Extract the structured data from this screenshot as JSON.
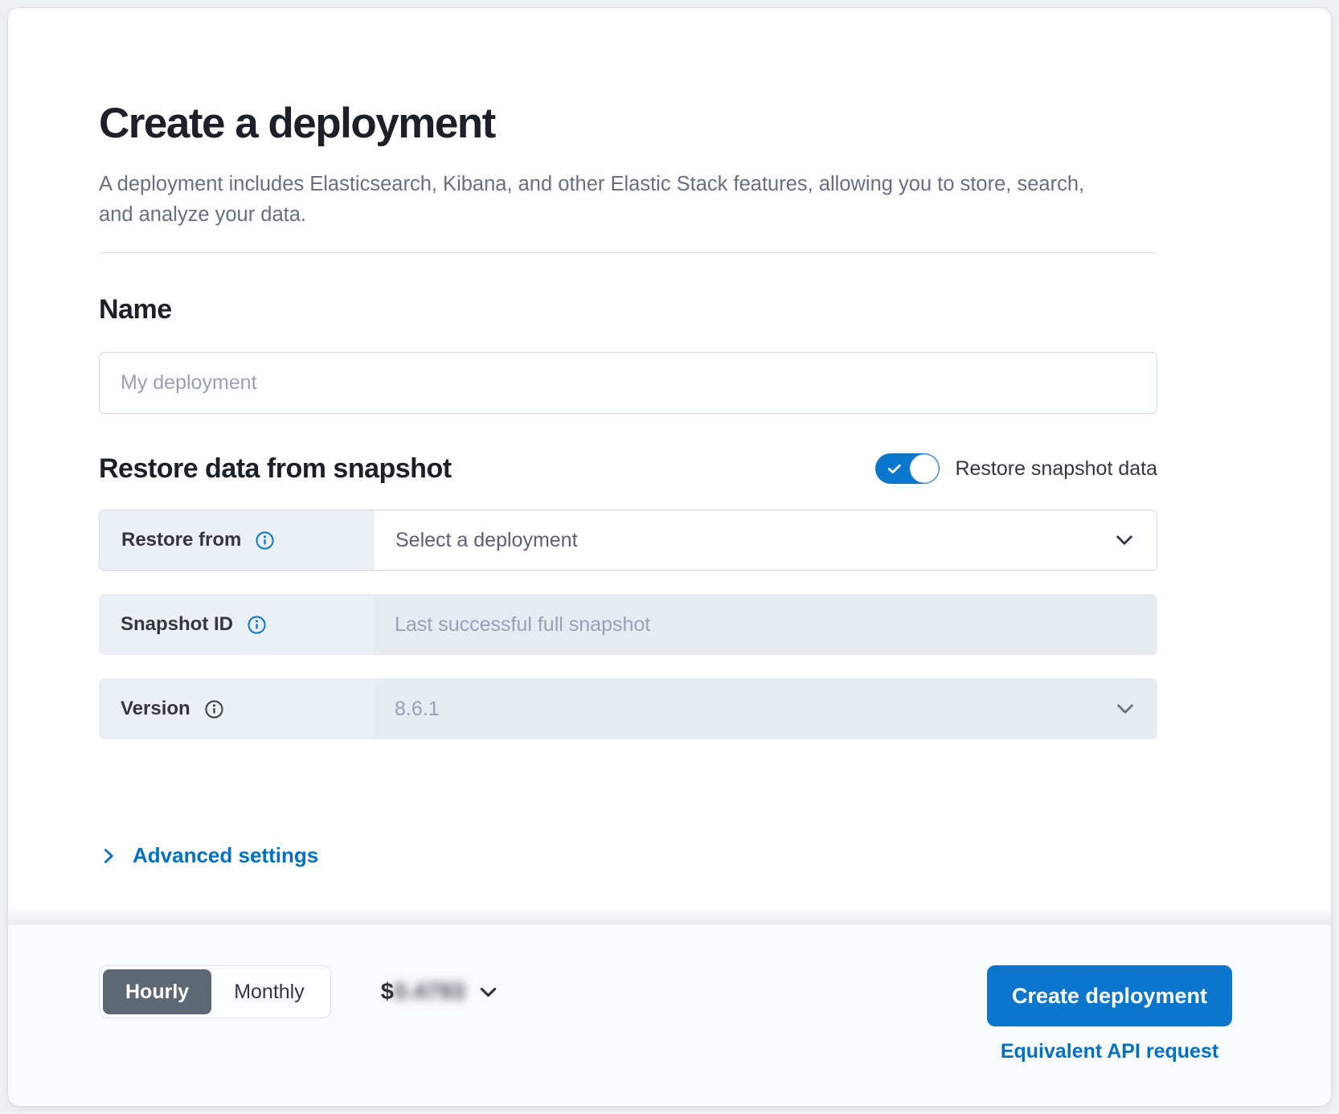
{
  "header": {
    "title": "Create a deployment",
    "subtitle": "A deployment includes Elasticsearch, Kibana, and other Elastic Stack features, allowing you to store, search, and analyze your data."
  },
  "name_section": {
    "heading": "Name",
    "input_placeholder": "My deployment"
  },
  "snapshot_section": {
    "heading": "Restore data from snapshot",
    "toggle": {
      "label": "Restore snapshot data",
      "state": "on"
    },
    "rows": [
      {
        "label": "Restore from",
        "value": "Select a deployment",
        "control": "select",
        "disabled": false
      },
      {
        "label": "Snapshot ID",
        "placeholder": "Last successful full snapshot",
        "control": "input",
        "disabled": true
      },
      {
        "label": "Version",
        "value": "8.6.1",
        "control": "select",
        "disabled": true
      }
    ]
  },
  "advanced_settings": {
    "label": "Advanced settings"
  },
  "footer": {
    "billing_toggle": {
      "options": [
        "Hourly",
        "Monthly"
      ],
      "selected": "Hourly"
    },
    "price": {
      "currency": "$",
      "amount": "0.4793",
      "amount_blurred": true
    },
    "create_button_label": "Create deployment",
    "api_link_label": "Equivalent API request"
  },
  "icons": {
    "info": "info-icon",
    "chevron_down": "chevron-down-icon",
    "chevron_right": "chevron-right-icon",
    "check": "check-icon"
  },
  "colors": {
    "primary_blue": "#0b76cb",
    "link_blue": "#0071c2",
    "toggle_blue": "#0b77cc",
    "selected_billing_bg": "#5e6774",
    "label_cell_bg": "#ebeff6",
    "disabled_control_bg": "#e7ecf3",
    "border": "#d3dae6",
    "heading_text": "#1d2026",
    "muted_text": "#69707d",
    "placeholder_text": "#98a2b3",
    "footer_bg": "#fafbfd",
    "page_bg": "#eef0f3"
  }
}
